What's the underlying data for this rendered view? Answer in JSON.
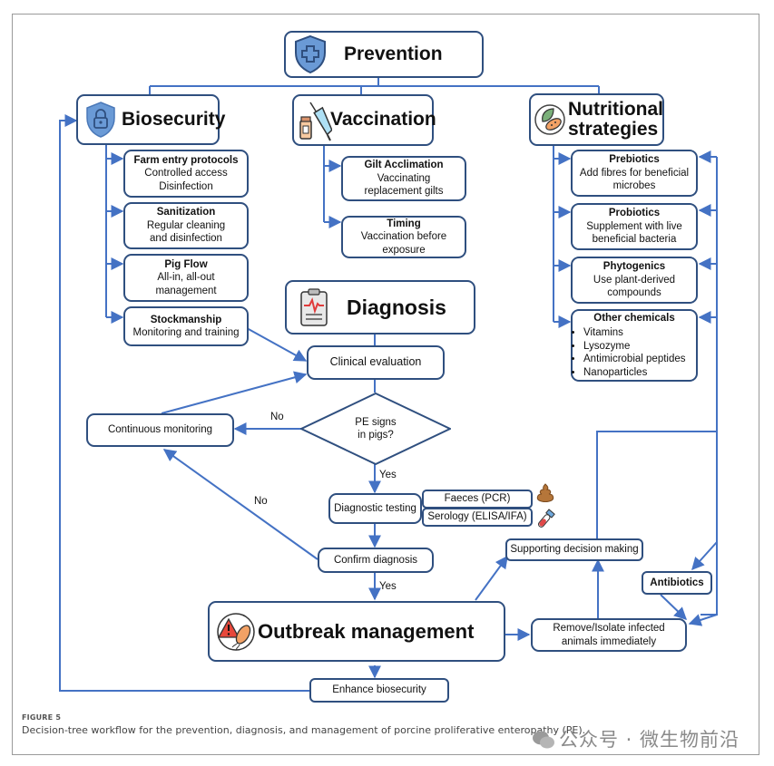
{
  "colors": {
    "arrow": "#4472c4",
    "border": "#2f4f7f",
    "shield": "#6a9ad6"
  },
  "prevention": {
    "title": "Prevention",
    "icon": "shield-cross-icon"
  },
  "biosecurity": {
    "title": "Biosecurity",
    "icon": "shield-lock-icon",
    "items": [
      {
        "title": "Farm entry protocols",
        "lines": [
          "Controlled access",
          "Disinfection"
        ]
      },
      {
        "title": "Sanitization",
        "lines": [
          "Regular cleaning",
          "and disinfection"
        ]
      },
      {
        "title": "Pig Flow",
        "lines": [
          "All-in, all-out",
          "management"
        ]
      },
      {
        "title": "Stockmanship",
        "lines": [
          "Monitoring and training"
        ]
      }
    ]
  },
  "vaccination": {
    "title": "Vaccination",
    "icon": "syringe-vial-icon",
    "items": [
      {
        "title": "Gilt Acclimation",
        "lines": [
          "Vaccinating",
          "replacement gilts"
        ]
      },
      {
        "title": "Timing",
        "lines": [
          "Vaccination before",
          "exposure"
        ]
      }
    ]
  },
  "nutrition": {
    "title_line1": "Nutritional",
    "title_line2": "strategies",
    "icon": "leaf-bacteria-icon",
    "items": [
      {
        "title": "Prebiotics",
        "lines": [
          "Add fibres for beneficial",
          "microbes"
        ]
      },
      {
        "title": "Probiotics",
        "lines": [
          "Supplement with live",
          "beneficial bacteria"
        ]
      },
      {
        "title": "Phytogenics",
        "lines": [
          "Use plant-derived",
          "compounds"
        ]
      }
    ],
    "other": {
      "title": "Other chemicals",
      "bullets": [
        "Vitamins",
        "Lysozyme",
        "Antimicrobial peptides",
        "Nanoparticles"
      ]
    }
  },
  "diagnosis": {
    "title": "Diagnosis",
    "icon": "clipboard-heartbeat-icon",
    "clinical": "Clinical evaluation",
    "decision_line1": "PE signs",
    "decision_line2": "in pigs?",
    "monitoring": "Continuous monitoring",
    "testing": "Diagnostic testing",
    "tests": [
      {
        "label": "Faeces (PCR)",
        "icon": "faeces-icon"
      },
      {
        "label": "Serology (ELISA/IFA)",
        "icon": "blood-tube-icon"
      }
    ],
    "confirm": "Confirm diagnosis",
    "yes": "Yes",
    "no": "No"
  },
  "outbreak": {
    "title": "Outbreak management",
    "icon": "warning-bacteria-icon",
    "supporting": "Supporting decision making",
    "antibiotics": "Antibiotics",
    "remove_line1": "Remove/Isolate infected",
    "remove_line2": "animals immediately",
    "enhance": "Enhance biosecurity"
  },
  "caption": {
    "figure": "FIGURE 5",
    "text": "Decision-tree workflow for the prevention, diagnosis, and management of porcine proliferative enteropathy (PE)."
  },
  "watermark": "公众号 · 微生物前沿"
}
